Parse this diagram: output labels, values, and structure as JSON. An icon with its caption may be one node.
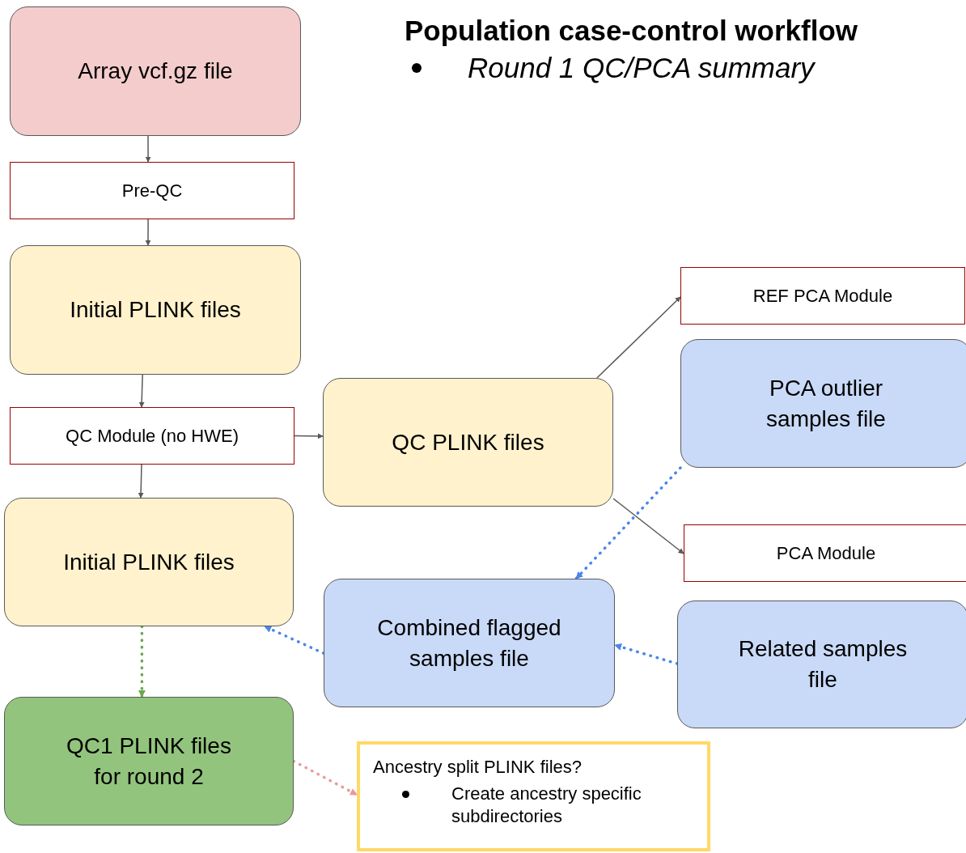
{
  "diagram": {
    "title": "Population case-control workflow",
    "nodes": [
      {
        "text": [
          "Array vcf.gz file"
        ]
      },
      {
        "text": [
          "Pre-QC"
        ]
      },
      {
        "text": [
          "Initial PLINK files"
        ]
      },
      {
        "text": [
          "QC Module (no HWE)"
        ]
      },
      {
        "text": [
          "Initial PLINK files"
        ]
      },
      {
        "text": [
          "QC1 PLINK files for round 2"
        ]
      },
      {
        "text": [
          "QC PLINK files"
        ]
      },
      {
        "text": [
          "REF PCA Module"
        ]
      },
      {
        "text": [
          "PCA outlier samples file"
        ]
      },
      {
        "text": [
          "PCA Module"
        ]
      },
      {
        "text": [
          "Combined flagged samples file"
        ]
      },
      {
        "text": [
          "Related samples file"
        ]
      },
      {
        "text": [
          "Ancestry split PLINK files?",
          "Create ancestry specific subdirectories"
        ]
      }
    ],
    "edges": [
      {
        "from": 0,
        "to": 1,
        "arrow": "to"
      },
      {
        "from": 1,
        "to": 2,
        "arrow": "to"
      },
      {
        "from": 2,
        "to": 3,
        "arrow": "to"
      },
      {
        "from": 3,
        "to": 4,
        "arrow": "to"
      },
      {
        "from": 3,
        "to": 6,
        "arrow": "to"
      },
      {
        "from": 6,
        "to": 7,
        "arrow": "to"
      },
      {
        "from": 6,
        "to": 9,
        "arrow": "to"
      },
      {
        "from": 8,
        "to": 10,
        "arrow": "to",
        "style": "dashed",
        "color": "#4a86e8"
      },
      {
        "from": 11,
        "to": 10,
        "arrow": "to",
        "style": "dashed",
        "color": "#4a86e8"
      },
      {
        "from": 10,
        "to": 4,
        "arrow": "to",
        "style": "dashed",
        "color": "#4a86e8"
      },
      {
        "from": 4,
        "to": 5,
        "arrow": "to",
        "style": "dashed",
        "color": "#6aa84f"
      },
      {
        "from": 5,
        "to": 12,
        "arrow": "to",
        "style": "dashed",
        "color": "#ea9999"
      }
    ],
    "labels": [
      "Round 1 QC/PCA summary"
    ]
  }
}
